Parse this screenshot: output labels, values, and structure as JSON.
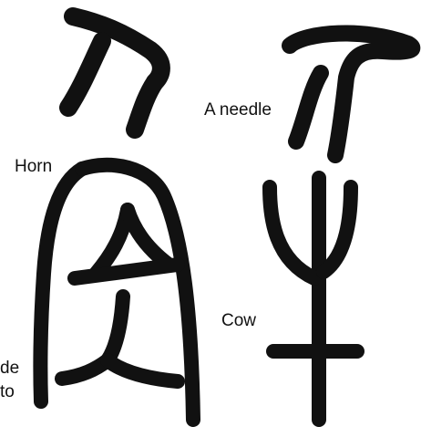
{
  "labels": {
    "needle": "A needle",
    "horn": "Horn",
    "cow": "Cow",
    "clipped_line1": "de",
    "clipped_line2": "to"
  },
  "colors": {
    "ink": "#111111",
    "background": "#ffffff"
  }
}
